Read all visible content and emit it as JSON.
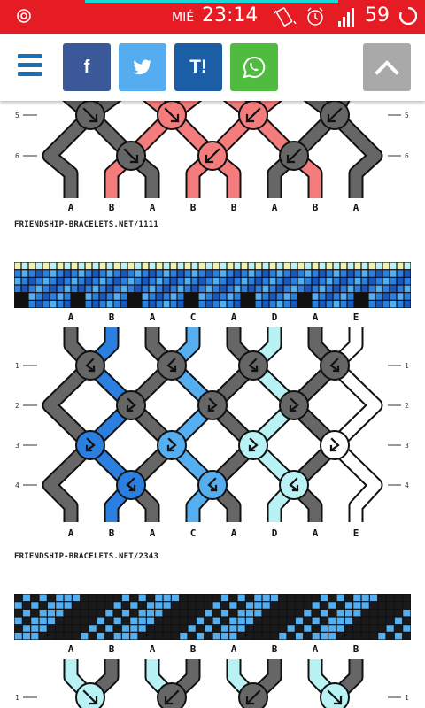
{
  "status_bar": {
    "day": "MIÉ",
    "time": "23:14",
    "battery": "59"
  },
  "share_bar": {
    "facebook_label": "f",
    "twitter_icon": "twitter-bird-icon",
    "tumblr_label": "T!",
    "whatsapp_icon": "whatsapp-icon",
    "top_icon": "chevron-up-icon",
    "colors": {
      "facebook": "#3b5998",
      "twitter": "#55acee",
      "tumblr": "#1b5ea6",
      "whatsapp": "#4fbb3f",
      "top": "#a9a9a9",
      "menu": "#1a6fb5"
    }
  },
  "patterns": [
    {
      "id": "1111",
      "caption": "FRIENDSHIP-BRACELETS.NET/1111",
      "bottom_labels": [
        "A",
        "B",
        "A",
        "B",
        "B",
        "A",
        "B",
        "A"
      ],
      "row_labels": [
        "5",
        "6"
      ],
      "colors": {
        "A": "#666666",
        "B": "#f47c7c"
      }
    },
    {
      "id": "2343",
      "caption": "FRIENDSHIP-BRACELETS.NET/2343",
      "top_labels": [
        "A",
        "B",
        "A",
        "C",
        "A",
        "D",
        "A",
        "E"
      ],
      "bottom_labels": [
        "A",
        "B",
        "A",
        "C",
        "A",
        "D",
        "A",
        "E"
      ],
      "row_labels": [
        "1",
        "2",
        "3",
        "4"
      ],
      "colors": {
        "A": "#666666",
        "B": "#2a7fe0",
        "C": "#54aef0",
        "D": "#b8f2f4",
        "E": "#ffffff"
      }
    },
    {
      "id": "partial",
      "top_labels": [
        "A",
        "B",
        "A",
        "B",
        "A",
        "B",
        "A",
        "B"
      ],
      "row_labels": [
        "1"
      ],
      "colors": {
        "A": "#666666",
        "B": "#b8f2f4"
      }
    }
  ]
}
